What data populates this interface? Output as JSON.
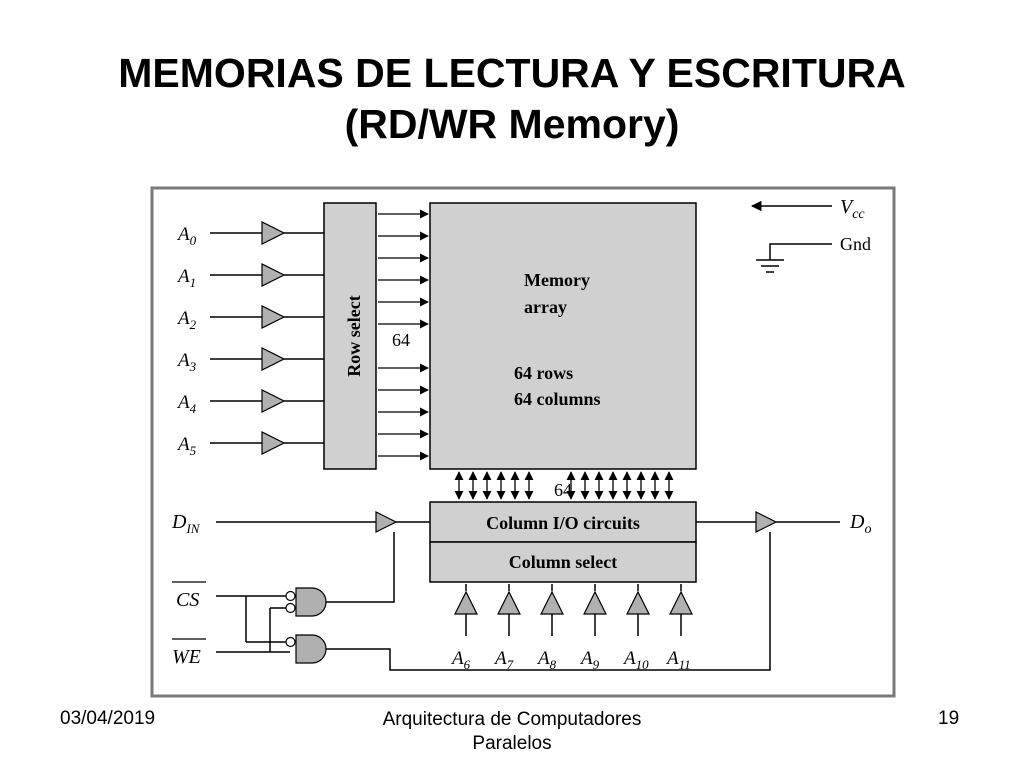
{
  "slide": {
    "title_line1": "MEMORIAS DE LECTURA Y ESCRITURA",
    "title_line2": "(RD/WR Memory)"
  },
  "diagram": {
    "address_row": [
      {
        "base": "A",
        "sub": "0"
      },
      {
        "base": "A",
        "sub": "1"
      },
      {
        "base": "A",
        "sub": "2"
      },
      {
        "base": "A",
        "sub": "3"
      },
      {
        "base": "A",
        "sub": "4"
      },
      {
        "base": "A",
        "sub": "5"
      }
    ],
    "address_col": [
      {
        "base": "A",
        "sub": "6"
      },
      {
        "base": "A",
        "sub": "7"
      },
      {
        "base": "A",
        "sub": "8"
      },
      {
        "base": "A",
        "sub": "9"
      },
      {
        "base": "A",
        "sub": "10"
      },
      {
        "base": "A",
        "sub": "11"
      }
    ],
    "row_select_label": "Row select",
    "row_bus_count": "64",
    "memory_line1": "Memory",
    "memory_line2": "array",
    "rows_label": "64 rows",
    "columns_label": "64 columns",
    "col_bus_count": "64",
    "column_io_label": "Column I/O circuits",
    "column_select_label": "Column select",
    "vcc": {
      "base": "V",
      "sub": "cc"
    },
    "gnd_label": "Gnd",
    "din": {
      "base": "D",
      "sub": "IN"
    },
    "dout": {
      "base": "D",
      "sub": "o"
    },
    "cs_label": "CS",
    "we_label": "WE"
  },
  "footer": {
    "date": "03/04/2019",
    "course_line1": "Arquitectura de Computadores",
    "course_line2": "Paralelos",
    "page_number": "19"
  }
}
